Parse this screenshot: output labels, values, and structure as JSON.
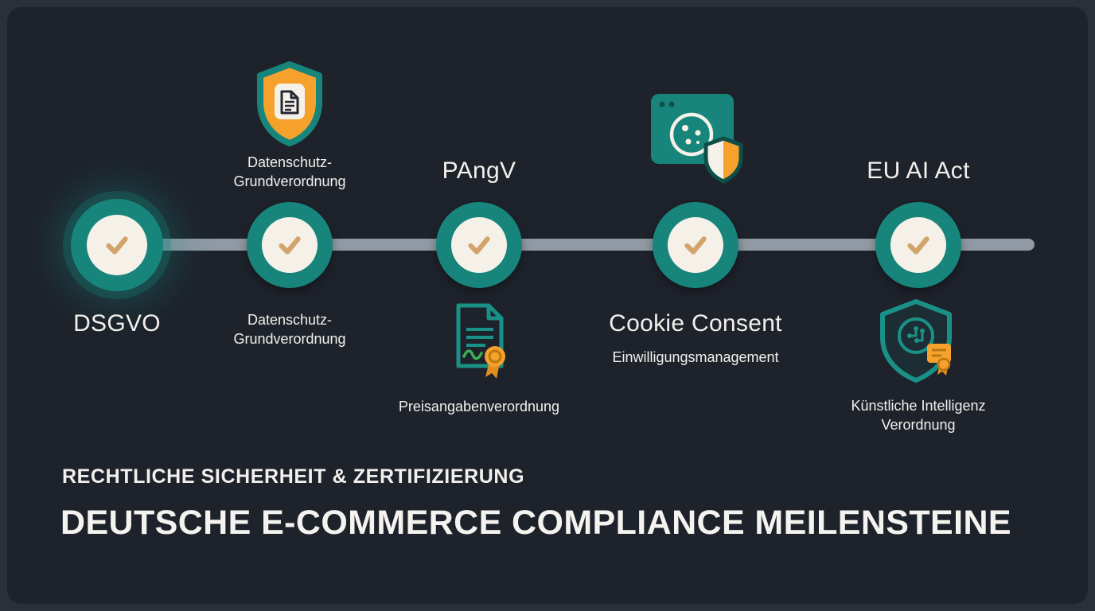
{
  "header": {
    "subtitle": "RECHTLICHE SICHERHEIT & ZERTIFIZIERUNG",
    "title": "DEUTSCHE E-COMMERCE COMPLIANCE MEILENSTEINE"
  },
  "timeline": {
    "milestones": [
      {
        "id": "dsgvo",
        "label_below": "DSGVO"
      },
      {
        "id": "datenschutz-grundverordnung",
        "label_above": "Datenschutz-\nGrundverordnung",
        "label_below": "Datenschutz-\nGrundverordnung",
        "icon": "shield-document-icon"
      },
      {
        "id": "pangv",
        "label_above": "PAngV",
        "label_below": "Preisangabenverordnung",
        "icon": "document-seal-icon"
      },
      {
        "id": "cookie-consent",
        "label_below": "Cookie Consent",
        "sublabel_below": "Einwilligungsmanagement",
        "icon": "browser-cookie-shield-icon"
      },
      {
        "id": "eu-ai-act",
        "label_above": "EU AI Act",
        "label_below": "Künstliche Intelligenz\nVerordnung",
        "icon": "shield-ai-certificate-icon"
      }
    ]
  },
  "colors": {
    "background": "#1e222b",
    "frame": "#2b2f39",
    "teal": "#17857b",
    "teal_dark": "#0c5049",
    "cream": "#f5f1e8",
    "checkmark": "#d2a46c",
    "orange": "#f6a12c",
    "timeline_bar": "#9199a4",
    "text": "#f2f0ec",
    "signature_green": "#3cb054"
  }
}
